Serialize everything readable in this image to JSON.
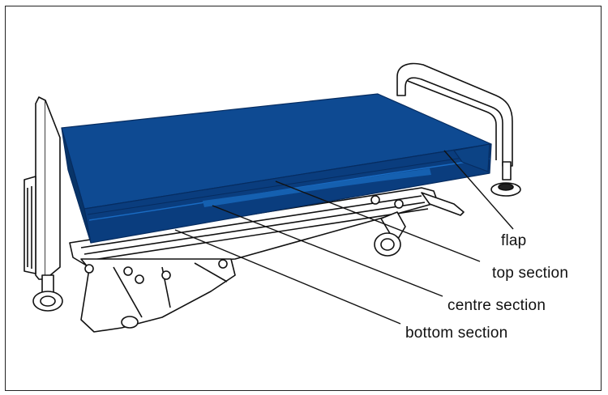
{
  "labels": {
    "flap": "flap",
    "top_section": "top section",
    "centre_section": "centre section",
    "bottom_section": "bottom section"
  },
  "colors": {
    "mattress_top": "#0e4a92",
    "mattress_side": "#0a3d7e",
    "mattress_dark": "#062c60",
    "mattress_light": "#1560b0",
    "frame_outline": "#111111"
  }
}
